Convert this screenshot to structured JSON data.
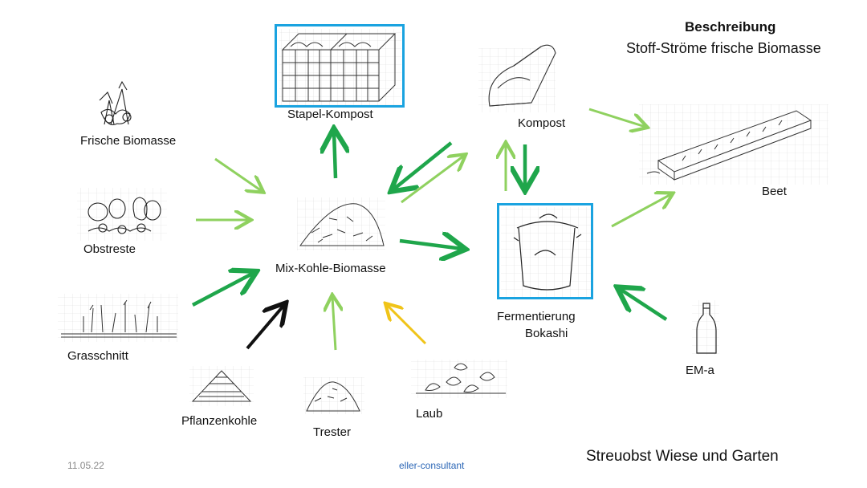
{
  "header": {
    "title": "Beschreibung",
    "subtitle": "Stoff-Ströme frische Biomasse"
  },
  "nodes": {
    "stapel_kompost": "Stapel-Kompost",
    "kompost": "Kompost",
    "frische_biomasse": "Frische Biomasse",
    "beet": "Beet",
    "obstreste": "Obstreste",
    "mix": "Mix-Kohle-Biomasse",
    "fermentierung_line1": "Fermentierung",
    "fermentierung_line2": "Bokashi",
    "grasschnitt": "Grasschnitt",
    "em_a": "EM-a",
    "pflanzenkohle": "Pflanzenkohle",
    "trester": "Trester",
    "laub": "Laub"
  },
  "footer": {
    "date": "11.05.22",
    "brand": "eller-consultant",
    "title": "Streuobst Wiese und Garten"
  },
  "colors": {
    "dark_green": "#1fa64b",
    "light_green": "#8fd15f",
    "yellow": "#f0c419",
    "black": "#111111",
    "highlight_blue": "#1aa3e0"
  }
}
